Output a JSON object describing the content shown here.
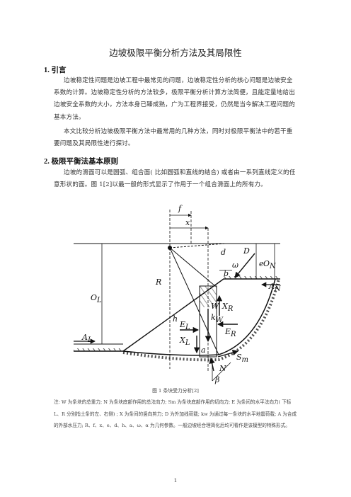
{
  "doc": {
    "title": "边坡极限平衡分析方法及其局限性",
    "s1_heading": "1. 引言",
    "s1_p1": "边坡稳定性问题是边坡工程中最常见的问题，边坡稳定性分析的核心问题是边坡安全系数的计算。边坡稳定性分析的方法较多，极限平衡分析计算方法简便，且能定量地给出边坡安全系数的大小，方法本身已臻成熟，广为工程界接受，仍然是当今解决工程问题的基本方法。",
    "s1_p2": "本文比较分析边坡极限平衡方法中最常用的几种方法，同时对极限平衡法中的若干重要问题及其局限性进行探讨。",
    "s2_heading": "2. 极限平衡法基本原则",
    "s2_p1": "边坡的滑面可以是圆弧、组合面( 比如圆弧和直线的结合) 或者由一系列直线定义的任意形状的面。图 1[2]以最一般的形式显示了作用于一个组合滑面上的所有力。",
    "fig_caption": "图 1  条块受力分析[2]",
    "note": "注: W 为条块的总重力; N 为条块底部作用的总法向力; Sm 为条块底部作用的切向力; E 为条间的水平法向力( 下标 L、R 分别指土条的左、右侧) ; X 为条间的竖向剪力; D 为外加线荷载; kw 为通过每一条块的水平地震荷载; A 为合成的外部水压力; R、f、x、e、d、h、a、ω、α 为几何参数。一般边坡经合理简化后均可看作是该模型的特殊形式。",
    "page_number": "1"
  },
  "figure": {
    "labels": {
      "f": "f",
      "x": "x",
      "d": "d",
      "D": "D",
      "omega": "ω",
      "b": "b",
      "e": "e",
      "ON": "O",
      "ON_sub": "N",
      "AN": "A",
      "AN_sub": "N",
      "OL": "O",
      "OL_sub": "L",
      "R": "R",
      "W": "W",
      "kW": "k",
      "kW_sub": "W",
      "XR": "X",
      "XR_sub": "R",
      "EL": "E",
      "EL_sub": "L",
      "ER": "E",
      "ER_sub": "R",
      "h": "h",
      "XL": "X",
      "XL_sub": "L",
      "a": "a",
      "AL": "A",
      "AL_sub": "L",
      "Sm": "S",
      "Sm_sub": "m",
      "N": "N",
      "beta": "β"
    }
  }
}
